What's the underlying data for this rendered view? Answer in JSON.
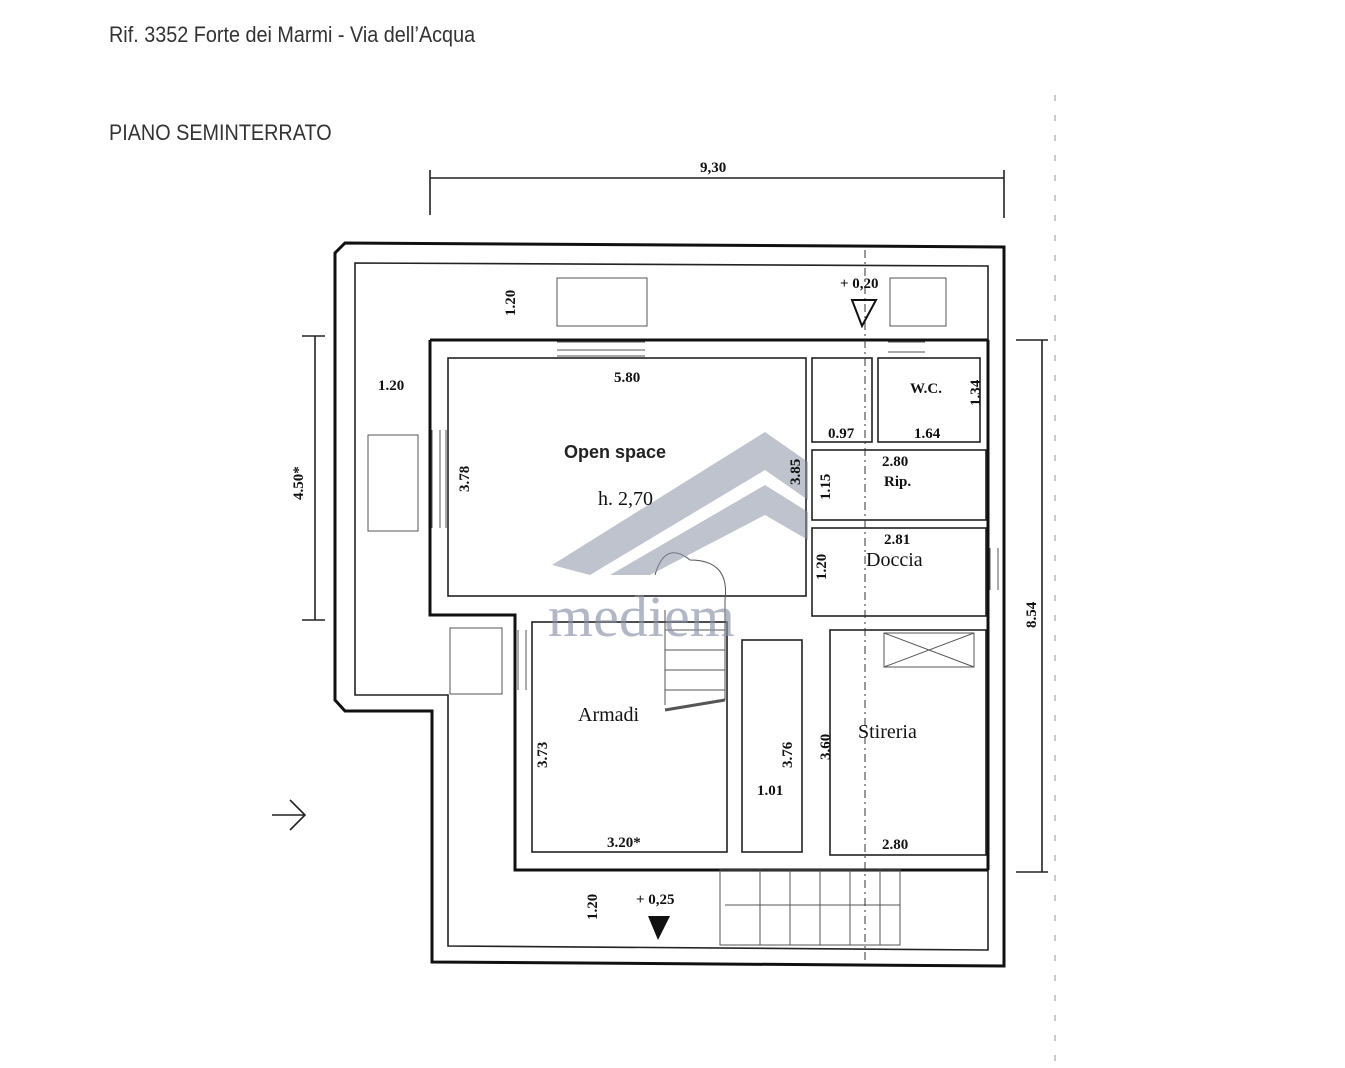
{
  "header": {
    "reference": "Rif. 3352 Forte dei Marmi - Via dell’Acqua",
    "floor": "PIANO SEMINTERRATO"
  },
  "rooms": {
    "open_space": "Open space",
    "height": "h. 2,70",
    "wc": "W.C.",
    "rip": "Rip.",
    "doccia": "Doccia",
    "armadi": "Armadi",
    "stireria": "Stireria"
  },
  "dimensions": {
    "total_width": "9,30",
    "total_depth": "8.54",
    "left_depth": "4.50*",
    "top_strip": "1.20",
    "left_strip": "1.20",
    "bottom_strip": "1.20",
    "open_width": "5.80",
    "open_depth_left": "3.78",
    "open_depth_right": "3.85",
    "wc_small_width": "0.97",
    "wc_width": "1.64",
    "wc_depth": "1.34",
    "rip_width": "2.80",
    "rip_depth": "1.15",
    "doccia_width": "2.81",
    "doccia_depth": "1.20",
    "armadi_depth": "3.73",
    "armadi_width": "3.20*",
    "corridor_depth": "3.76",
    "corridor_width": "1.01",
    "stireria_depth": "3.60",
    "stireria_width": "2.80",
    "level_top": "+ 0,20",
    "level_bottom": "+ 0,25"
  },
  "watermark": "mediem",
  "colors": {
    "line": "#111111",
    "watermark": "#8891a6"
  }
}
